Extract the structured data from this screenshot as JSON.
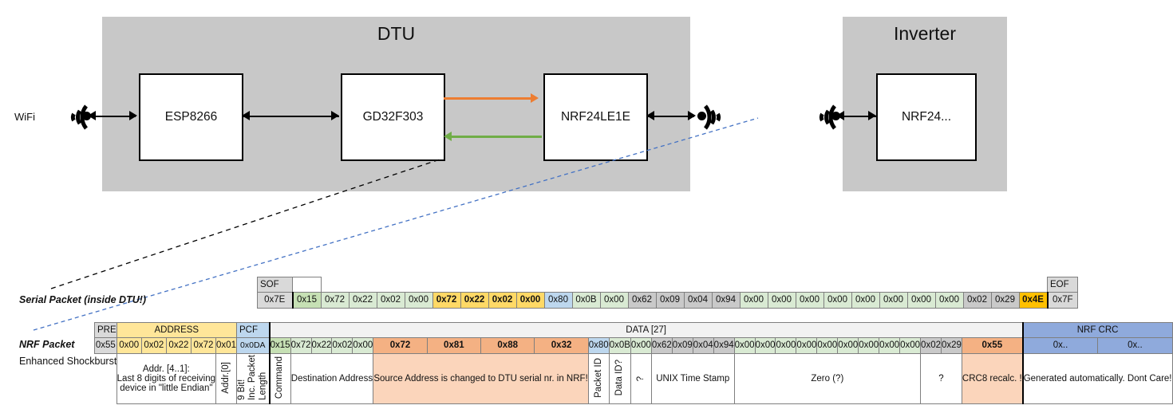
{
  "block_diagram": {
    "dtu": {
      "title": "DTU",
      "chips": [
        "ESP8266",
        "GD32F303",
        "NRF24LE1E"
      ],
      "wifi_label": "WiFi",
      "link_colors": {
        "tx": "#ED7D31",
        "rx": "#70AD47",
        "default": "#000000"
      }
    },
    "inverter": {
      "title": "Inverter",
      "chips": [
        "NRF24..."
      ]
    },
    "chassis_color": "#c8c8c8"
  },
  "serial_packet": {
    "label": "Serial Packet (inside DTU!)",
    "headers": {
      "sof": "SOF",
      "eof": "EOF"
    },
    "bytes": [
      {
        "v": "0x7E",
        "style": "c-gray"
      },
      {
        "v": "0x15",
        "style": "c-green-d"
      },
      {
        "v": "0x72",
        "style": "c-green"
      },
      {
        "v": "0x22",
        "style": "c-green"
      },
      {
        "v": "0x02",
        "style": "c-green"
      },
      {
        "v": "0x00",
        "style": "c-green"
      },
      {
        "v": "0x72",
        "style": "c-yellow",
        "bold": true
      },
      {
        "v": "0x22",
        "style": "c-yellow",
        "bold": true
      },
      {
        "v": "0x02",
        "style": "c-yellow",
        "bold": true
      },
      {
        "v": "0x00",
        "style": "c-yellow",
        "bold": true
      },
      {
        "v": "0x80",
        "style": "c-blue"
      },
      {
        "v": "0x0B",
        "style": "c-green"
      },
      {
        "v": "0x00",
        "style": "c-green"
      },
      {
        "v": "0x62",
        "style": "c-gray-d"
      },
      {
        "v": "0x09",
        "style": "c-gray-d"
      },
      {
        "v": "0x04",
        "style": "c-gray-d"
      },
      {
        "v": "0x94",
        "style": "c-gray-d"
      },
      {
        "v": "0x00",
        "style": "c-green"
      },
      {
        "v": "0x00",
        "style": "c-green"
      },
      {
        "v": "0x00",
        "style": "c-green"
      },
      {
        "v": "0x00",
        "style": "c-green"
      },
      {
        "v": "0x00",
        "style": "c-green"
      },
      {
        "v": "0x00",
        "style": "c-green"
      },
      {
        "v": "0x00",
        "style": "c-green"
      },
      {
        "v": "0x00",
        "style": "c-green"
      },
      {
        "v": "0x02",
        "style": "c-gray-d"
      },
      {
        "v": "0x29",
        "style": "c-gray-d"
      },
      {
        "v": "0x4E",
        "style": "c-orange",
        "bold": true
      },
      {
        "v": "0x7F",
        "style": "c-gray"
      }
    ]
  },
  "nrf_packet": {
    "label": "NRF Packet",
    "sublabel": "Enhanced Shockburst",
    "headers": {
      "pre": "PRE",
      "address": "ADDRESS",
      "pcf": "PCF",
      "data": "DATA [27]",
      "nrf_crc": "NRF CRC"
    },
    "bytes": [
      {
        "v": "0x55",
        "style": "c-gray"
      },
      {
        "v": "0x00",
        "style": "c-yellow-l"
      },
      {
        "v": "0x02",
        "style": "c-yellow-l"
      },
      {
        "v": "0x22",
        "style": "c-yellow-l"
      },
      {
        "v": "0x72",
        "style": "c-yellow-l"
      },
      {
        "v": "0x01",
        "style": "c-yellow-l"
      },
      {
        "v": "0x0DA",
        "style": "c-blue"
      },
      {
        "v": "0x15",
        "style": "c-green-d"
      },
      {
        "v": "0x72",
        "style": "c-green"
      },
      {
        "v": "0x22",
        "style": "c-green"
      },
      {
        "v": "0x02",
        "style": "c-green"
      },
      {
        "v": "0x00",
        "style": "c-green"
      },
      {
        "v": "0x72",
        "style": "c-salmon",
        "bold": true
      },
      {
        "v": "0x81",
        "style": "c-salmon",
        "bold": true
      },
      {
        "v": "0x88",
        "style": "c-salmon",
        "bold": true
      },
      {
        "v": "0x32",
        "style": "c-salmon",
        "bold": true
      },
      {
        "v": "0x80",
        "style": "c-blue"
      },
      {
        "v": "0x0B",
        "style": "c-green"
      },
      {
        "v": "0x00",
        "style": "c-green"
      },
      {
        "v": "0x62",
        "style": "c-gray-d"
      },
      {
        "v": "0x09",
        "style": "c-gray-d"
      },
      {
        "v": "0x04",
        "style": "c-gray-d"
      },
      {
        "v": "0x94",
        "style": "c-gray-d"
      },
      {
        "v": "0x00",
        "style": "c-green"
      },
      {
        "v": "0x00",
        "style": "c-green"
      },
      {
        "v": "0x00",
        "style": "c-green"
      },
      {
        "v": "0x00",
        "style": "c-green"
      },
      {
        "v": "0x00",
        "style": "c-green"
      },
      {
        "v": "0x00",
        "style": "c-green"
      },
      {
        "v": "0x00",
        "style": "c-green"
      },
      {
        "v": "0x00",
        "style": "c-green"
      },
      {
        "v": "0x00",
        "style": "c-green"
      },
      {
        "v": "0x02",
        "style": "c-gray-d"
      },
      {
        "v": "0x29",
        "style": "c-gray-d"
      },
      {
        "v": "0x55",
        "style": "c-salmon",
        "bold": true
      },
      {
        "v": "0x..",
        "style": "c-blue-d"
      },
      {
        "v": "0x..",
        "style": "c-blue-d"
      }
    ],
    "descriptions": {
      "address": "Addr. [4..1]:\nLast 8 digits of receiving\ndevice in \"little Endian\"",
      "addr0": "Addr.[0]",
      "packet_length": "9 Bit!\nInc. Packet\nLength",
      "command": "Command",
      "destination_address": "Destination Address",
      "source_address": "Source Address is changed to DTU serial nr. in NRF!",
      "packet_id": "Packet ID",
      "data_id": "Data ID?",
      "unknown1": "?",
      "unix_time_stamp": "UNIX Time Stamp",
      "zero": "Zero (?)",
      "unknown2": "?",
      "crc8": "CRC8 recalc. !",
      "nrf_crc_note": "Generated automatically. Dont Care!"
    }
  }
}
